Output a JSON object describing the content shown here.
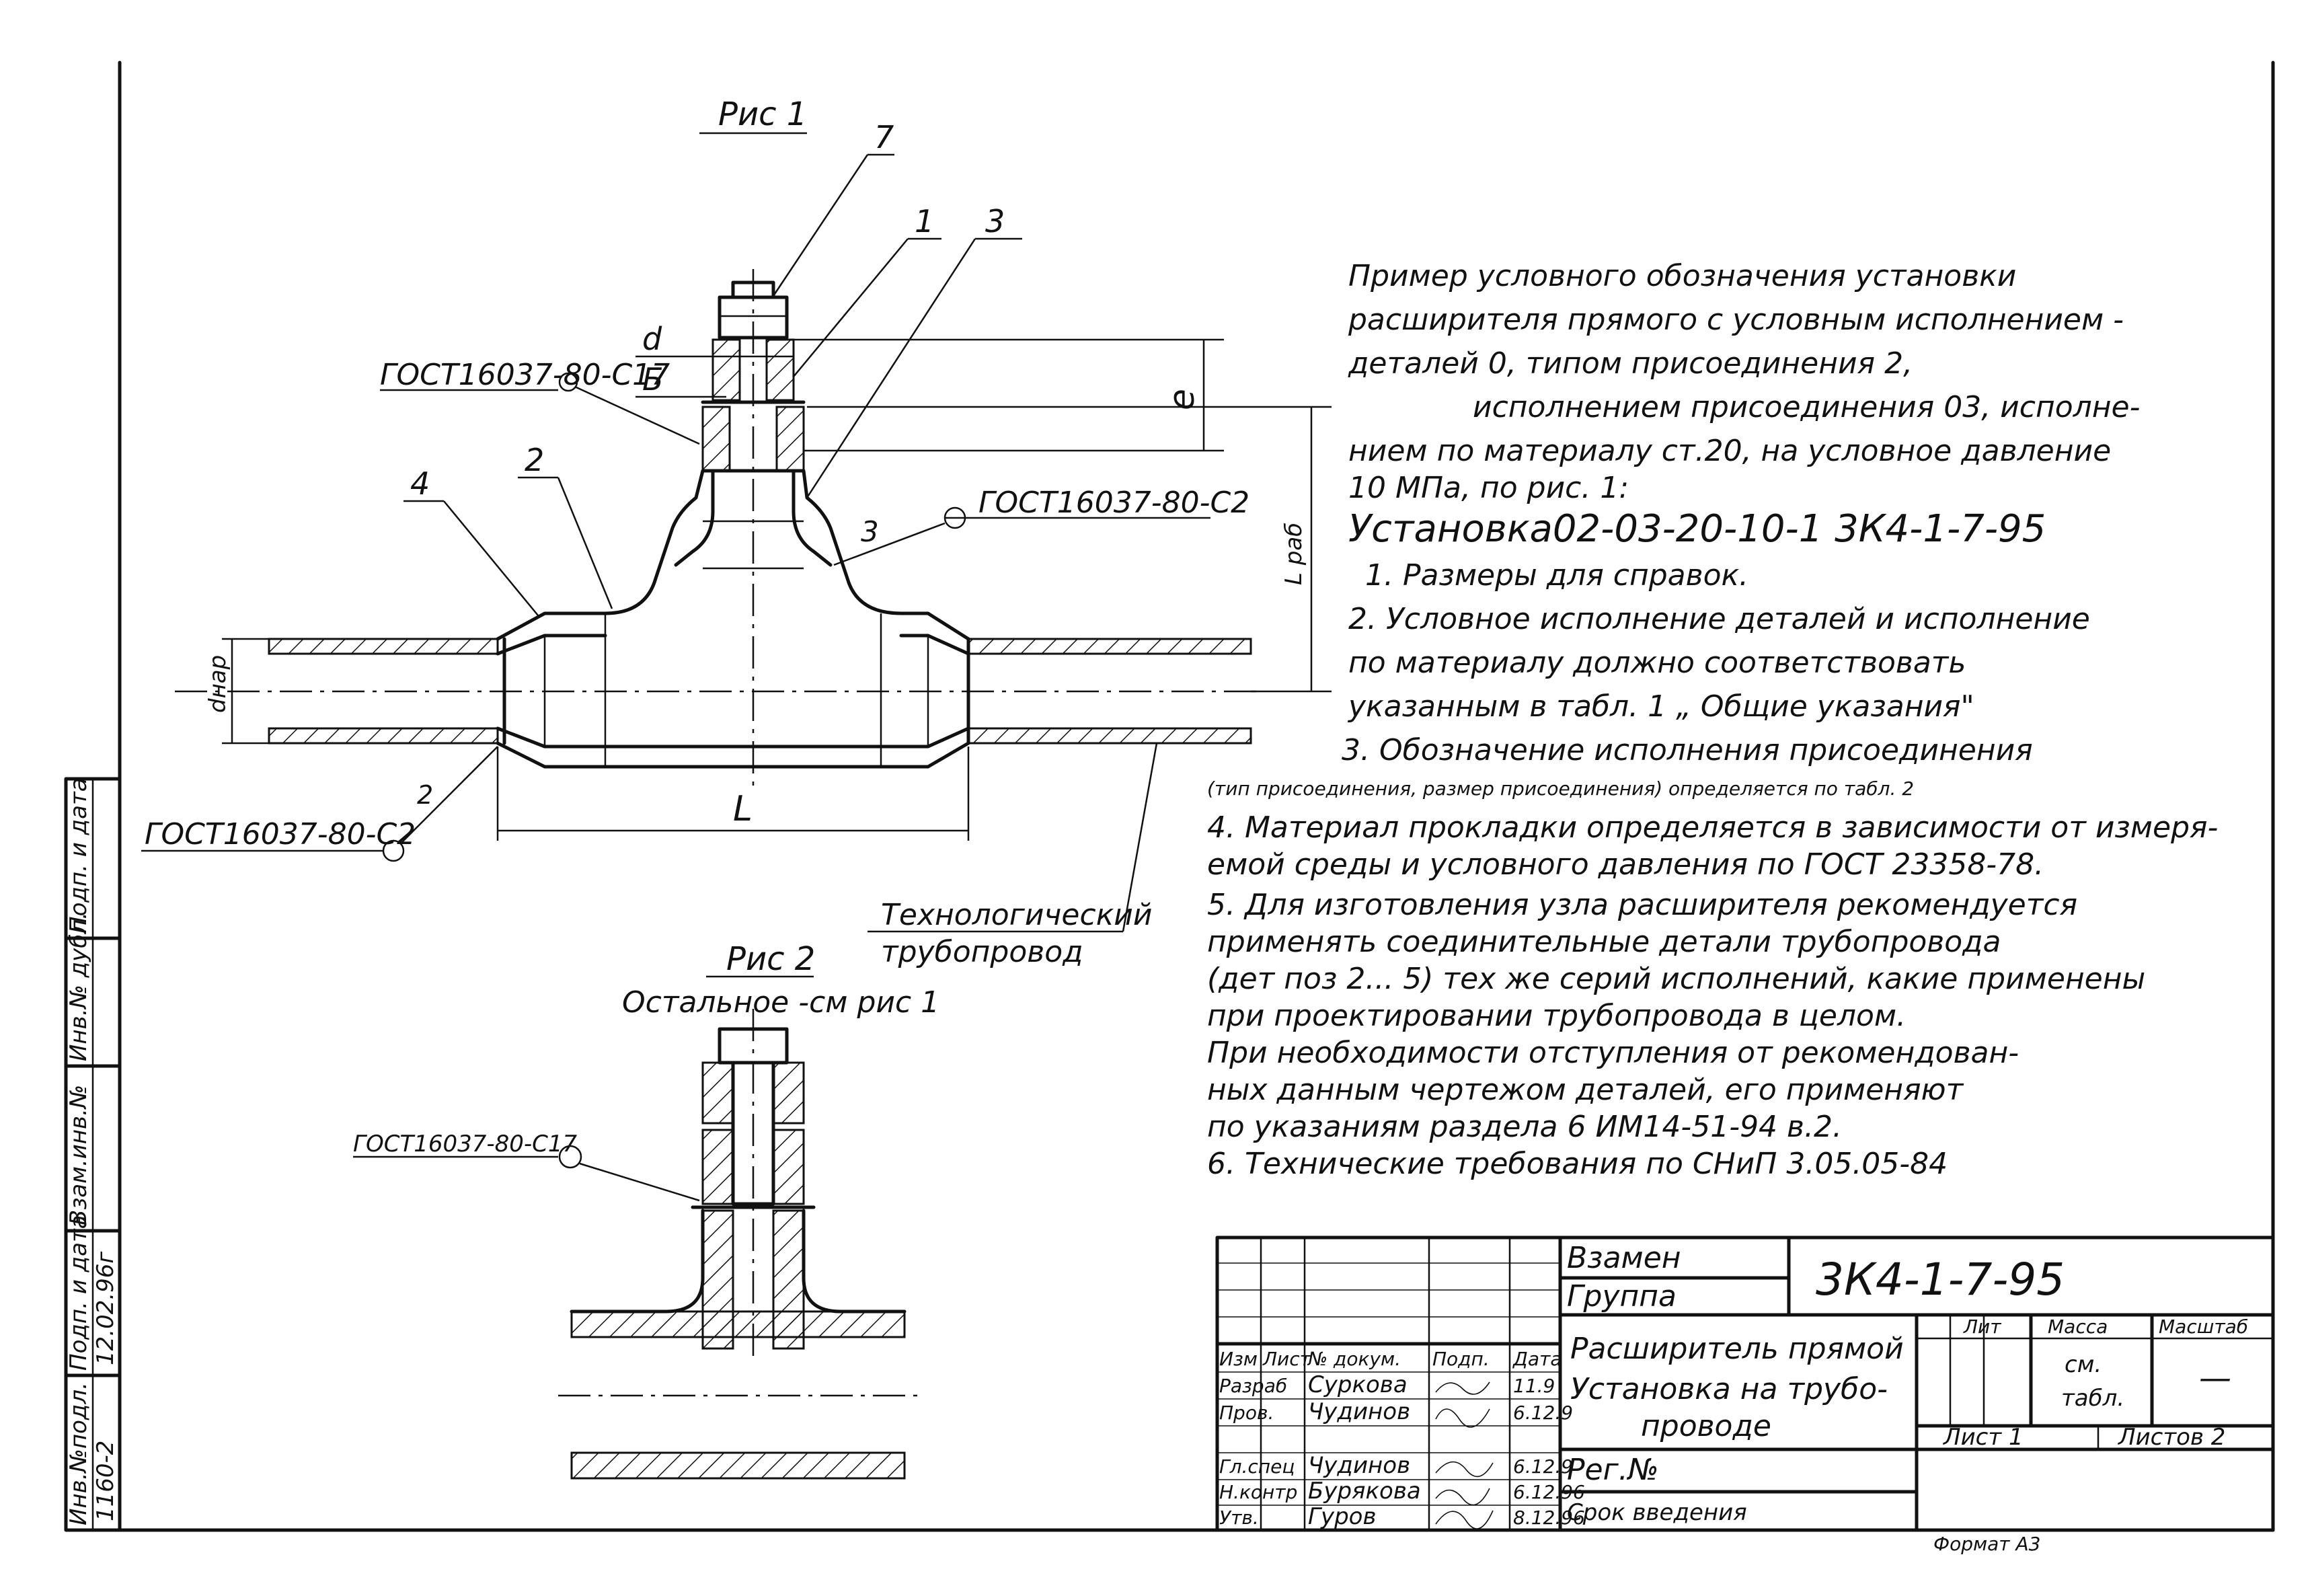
{
  "fig1": {
    "title": "Рис 1",
    "labels": {
      "n7": "7",
      "n1": "1",
      "n3a": "3",
      "n2a": "2",
      "n4": "4",
      "n3b": "3",
      "n2b": "2"
    },
    "dims": {
      "d": "d",
      "b": "Б",
      "e": "e",
      "lrab": "L раб",
      "dnar": "dнар",
      "l": "L"
    },
    "gost_c17": "ГОСТ16037-80-С17",
    "gost_c2_right": "ГОСТ16037-80-С2",
    "gost_c2_left": "ГОСТ16037-80-С2",
    "pipeline_line1": "Технологический",
    "pipeline_line2": "трубопровод"
  },
  "fig2": {
    "title": "Рис 2",
    "subtitle": "Остальное -см рис 1",
    "gost_c17": "ГОСТ16037-80-С17"
  },
  "notes": {
    "example": [
      "Пример условного обозначения установки",
      "расширителя прямого с условным исполнением -",
      "деталей 0, типом присоединения 2,",
      "исполнением присоединения 03, исполне-",
      "нием по материалу ст.20, на условное давление",
      "10 МПа, по рис. 1:"
    ],
    "designation": "Установка02-03-20-10-1  3К4-1-7-95",
    "items": [
      "1. Размеры для справок.",
      "2. Условное исполнение деталей и исполнение",
      "по материалу должно соответствовать",
      "указанным в табл. 1  „ Общие указания\"",
      "3. Обозначение исполнения присоединения",
      "(тип присоединения, размер присоединения) определяется по табл. 2",
      "4. Материал прокладки определяется в зависимости от измеря-",
      "емой среды и условного давления  по ГОСТ 23358-78.",
      "5. Для изготовления узла расширителя рекомендуется",
      "применять соединительные детали трубопровода",
      "(дет поз 2... 5) тех же серий исполнений, какие применены",
      "при проектировании трубопровода в целом.",
      "При необходимости отступления от рекомендован-",
      "ных данным чертежом деталей, его применяют",
      "по указаниям раздела 6  ИМ14-51-94 в.2.",
      "6. Технические  требования по СНиП 3.05.05-84"
    ]
  },
  "side_stamp": [
    "Инв.№подл.",
    "Подп. и дата",
    "Взам.инв.№",
    "Инв.№ дубл.",
    "Подп. и дата"
  ],
  "side_values": {
    "inv": "1160-2",
    "date": "12.02.96г"
  },
  "title_block": {
    "vzamen": "Взамен",
    "gruppa": "Группа",
    "doc_code": "3К4-1-7-95",
    "name_line1": "Расширитель прямой",
    "name_line2": "Установка на трубо-",
    "name_line3": "проводе",
    "reg": "Рег.№",
    "srok": "Срок введения",
    "lit": "Лит",
    "massa": "Масса",
    "masshtab": "Масштаб",
    "massa_val1": "см.",
    "massa_val2": "табл.",
    "masshtab_val": "—",
    "list": "Лист 1",
    "listov": "Листов 2",
    "head": [
      "Изм",
      "Лист",
      "№ докум.",
      "Подп.",
      "Дата"
    ],
    "rows": [
      {
        "role": "Разраб",
        "name": "Суркова",
        "date": "11.9"
      },
      {
        "role": "Пров.",
        "name": "Чудинов",
        "date": "6.12.9"
      },
      {
        "role": "Гл.спец",
        "name": "Чудинов",
        "date": "6.12.9"
      },
      {
        "role": "Н.контр",
        "name": "Бурякова",
        "date": "6.12.96"
      },
      {
        "role": "Утв.",
        "name": "Гуров",
        "date": "8.12.96"
      }
    ]
  },
  "footer_mark": "Формат А3"
}
